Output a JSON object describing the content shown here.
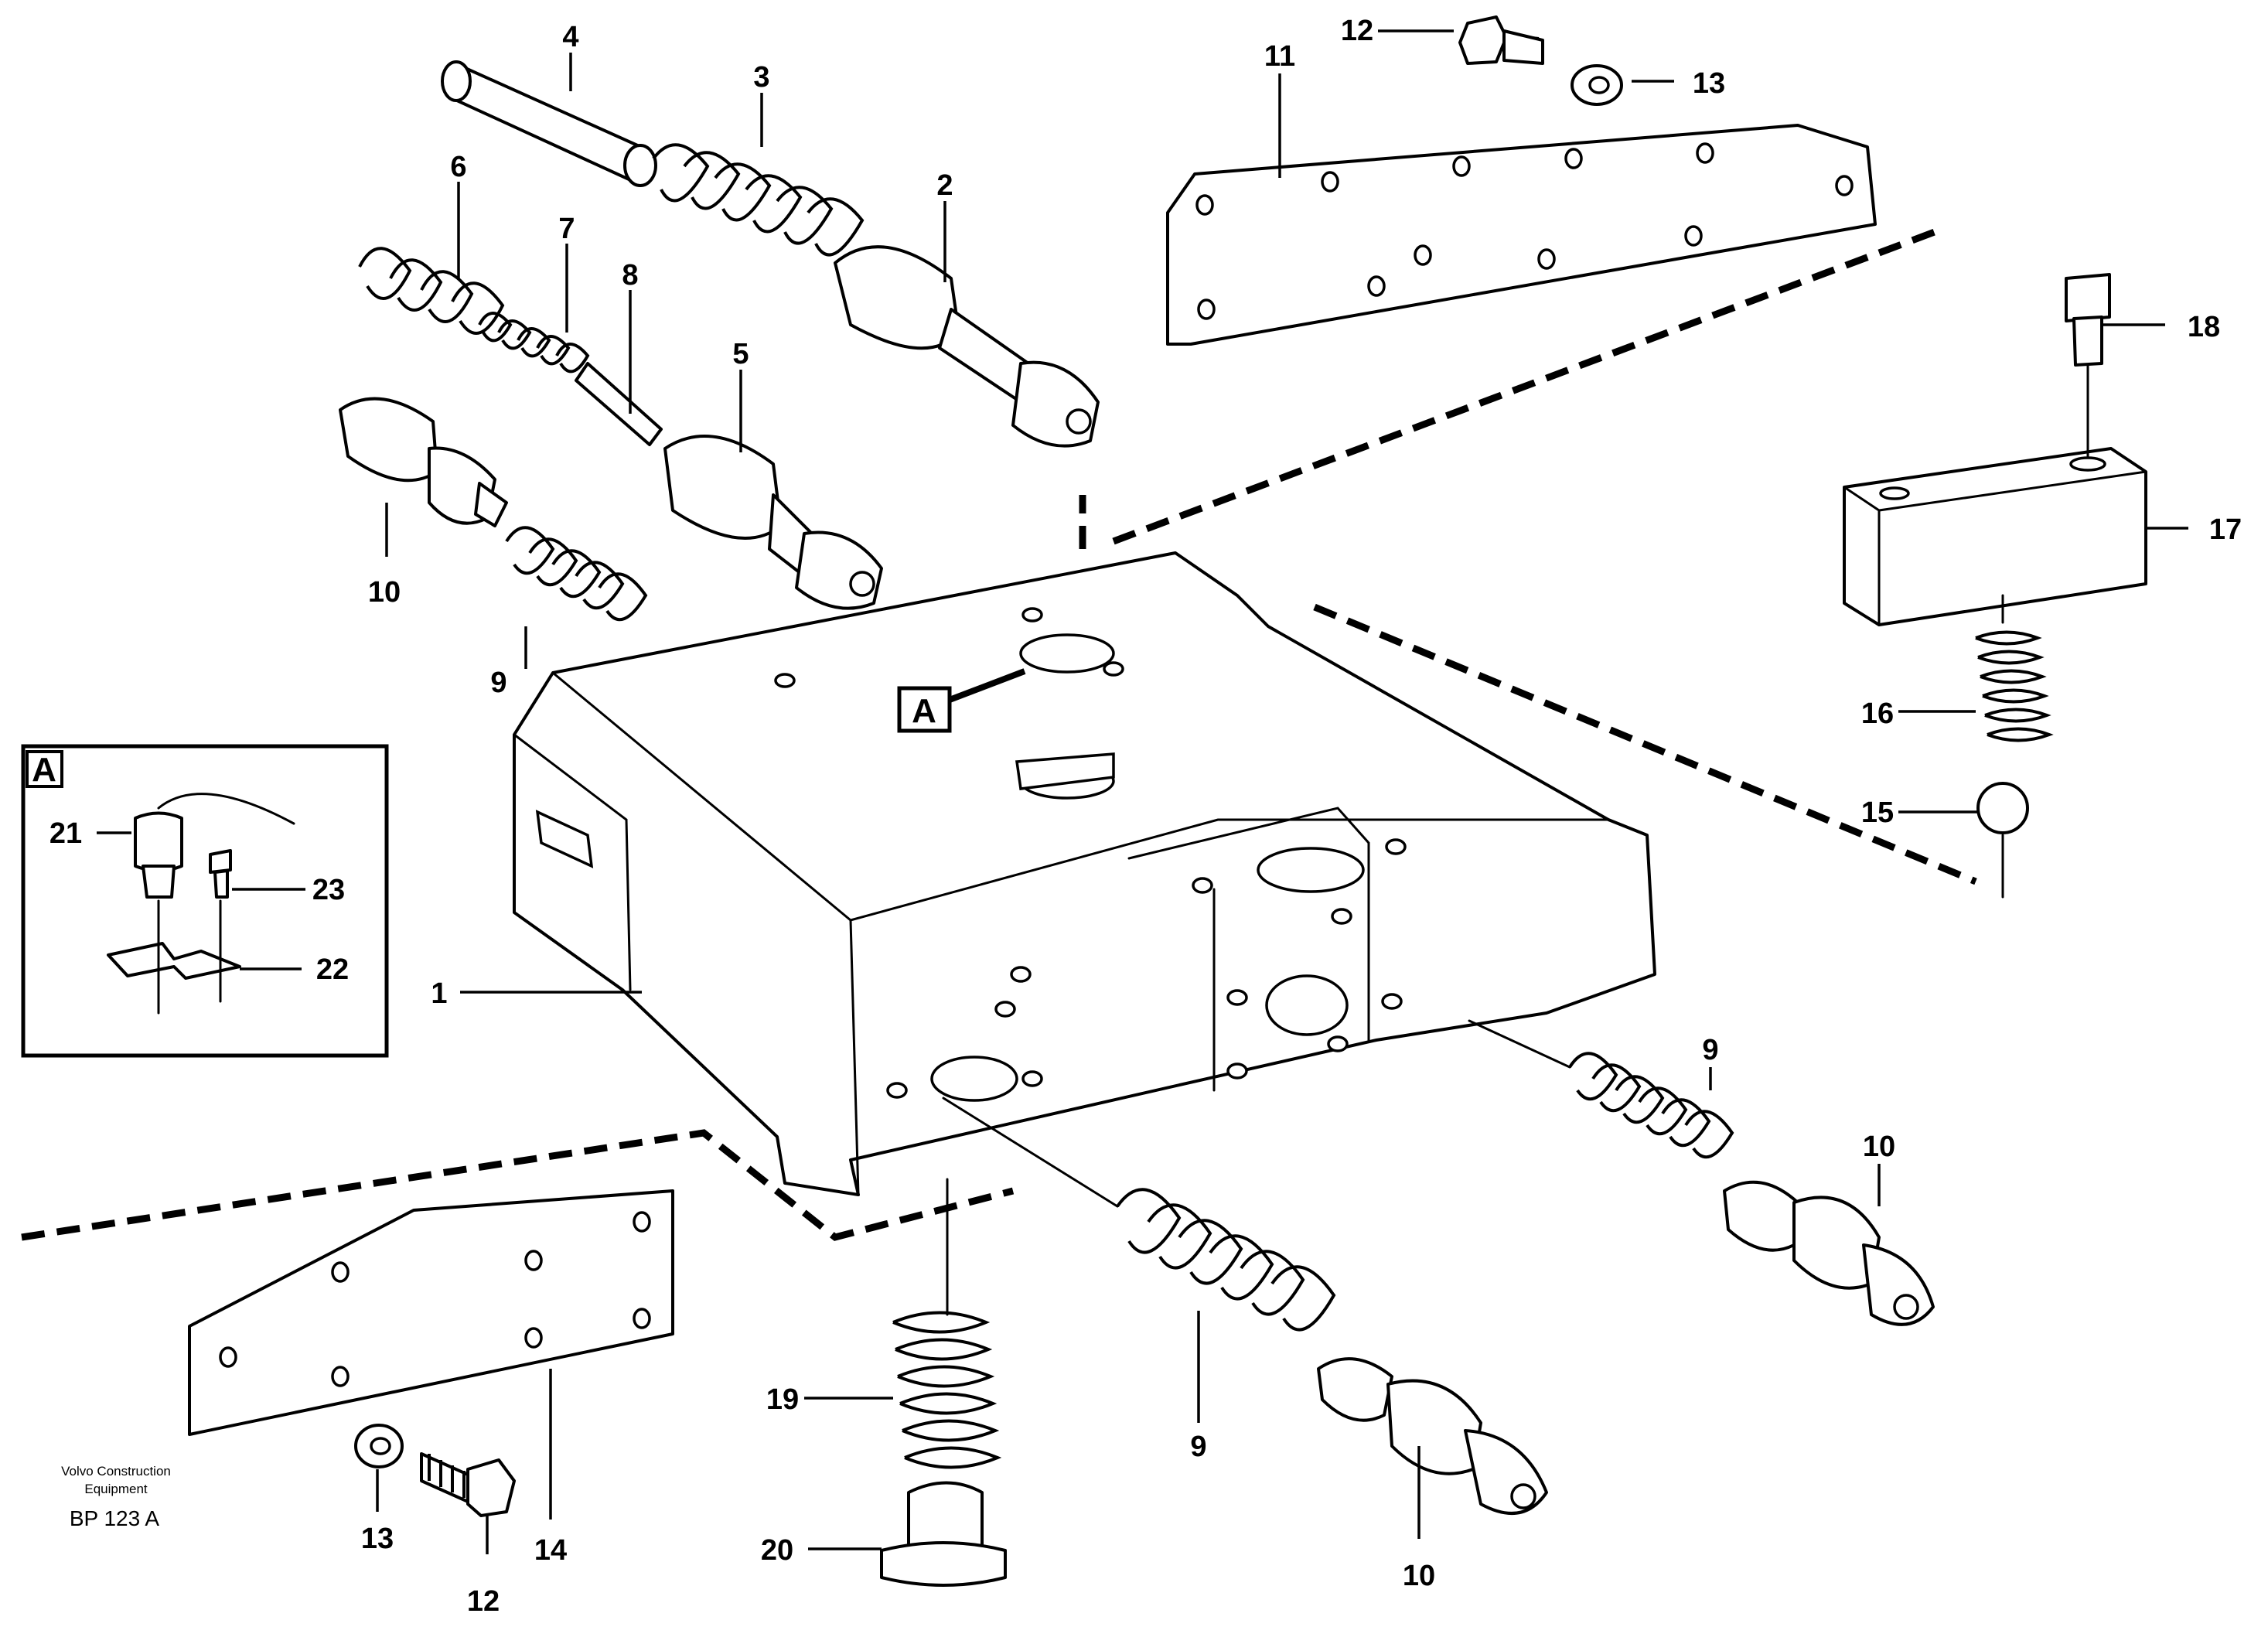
{
  "callouts": {
    "n1": "1",
    "n2": "2",
    "n3": "3",
    "n4": "4",
    "n5": "5",
    "n6": "6",
    "n7": "7",
    "n8": "8",
    "n9a": "9",
    "n9b": "9",
    "n9c": "9",
    "n10a": "10",
    "n10b": "10",
    "n10c": "10",
    "n11": "11",
    "n12a": "12",
    "n12b": "12",
    "n13a": "13",
    "n13b": "13",
    "n14": "14",
    "n15": "15",
    "n16": "16",
    "n17": "17",
    "n18": "18",
    "n19": "19",
    "n20": "20",
    "n21": "21",
    "n22": "22",
    "n23": "23"
  },
  "detail_label": "A",
  "inset_label": "A",
  "credit": {
    "line1": "Volvo Construction",
    "line2": "Equipment",
    "code": "BP 123 A"
  }
}
